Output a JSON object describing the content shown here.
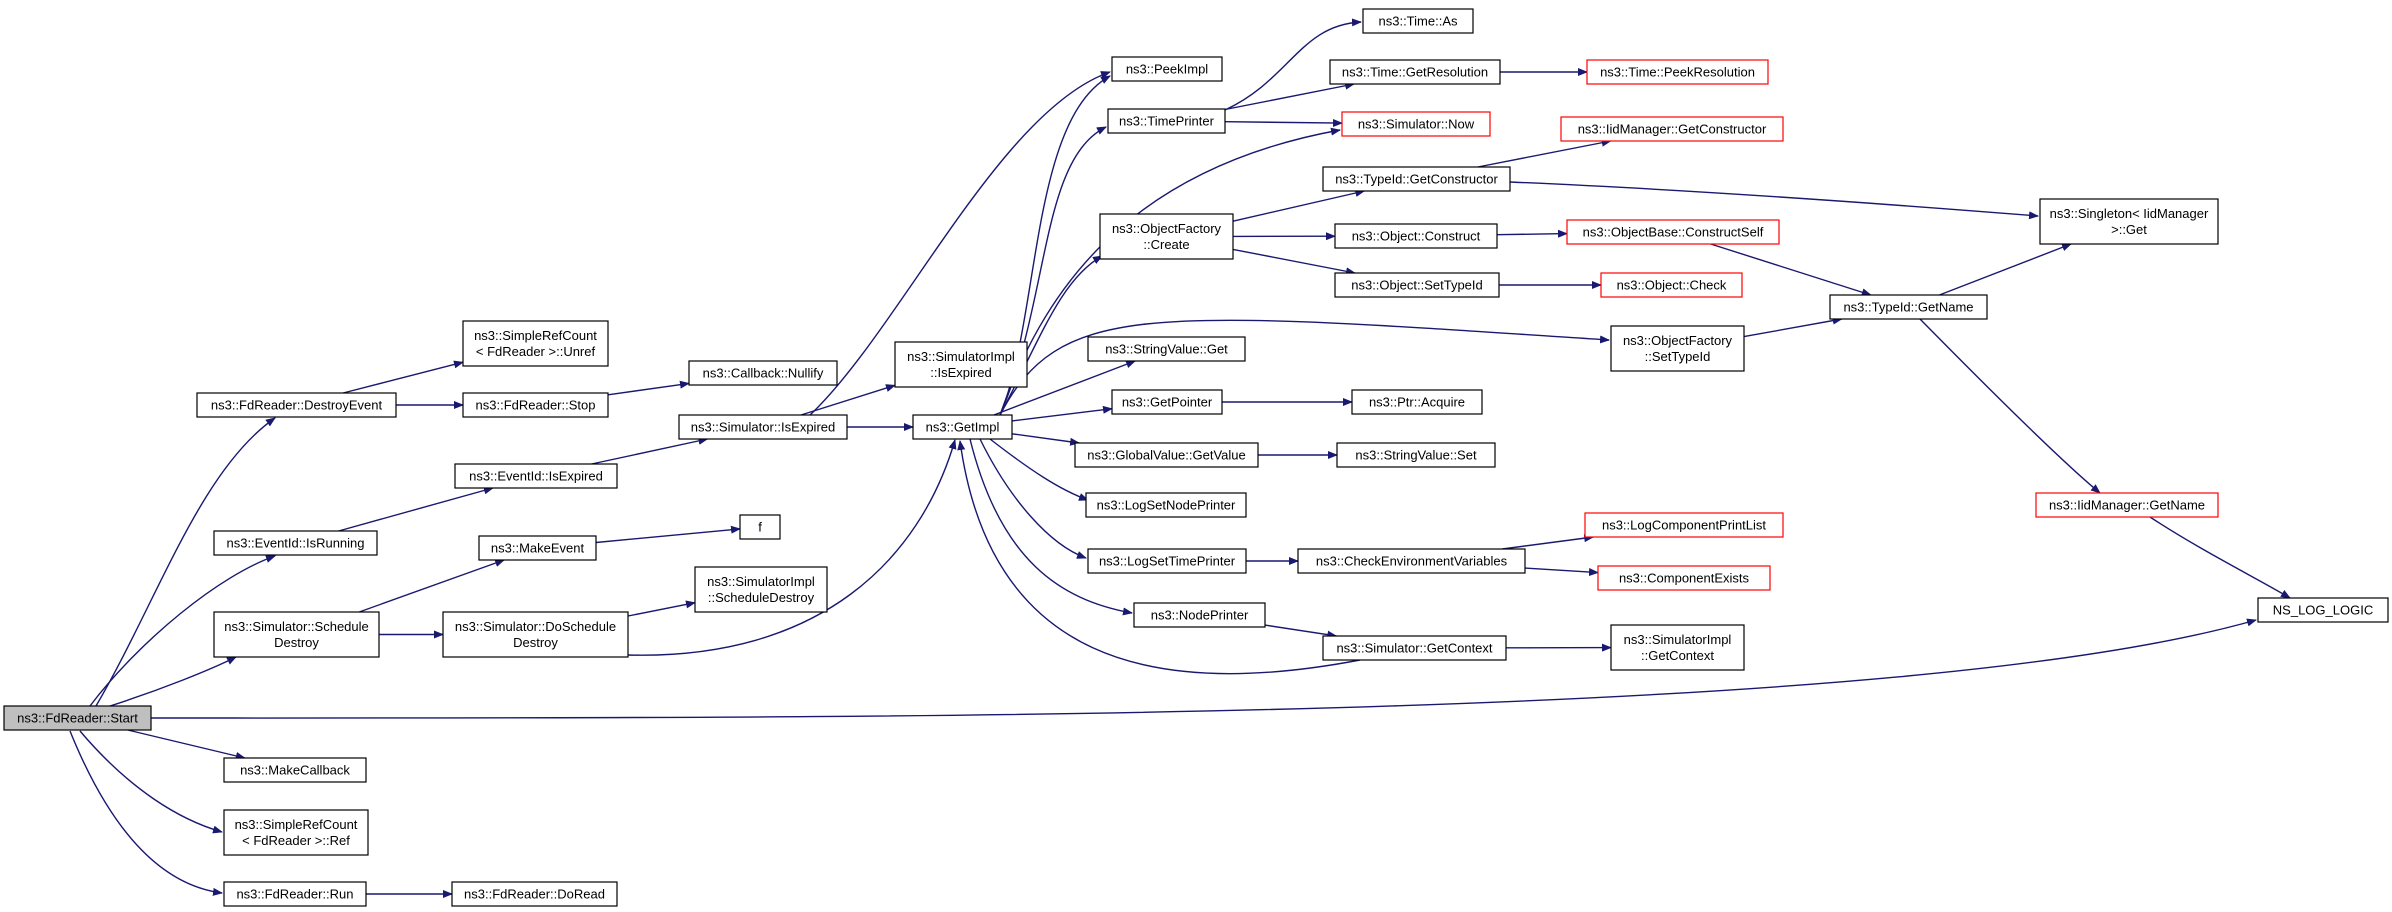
{
  "colors": {
    "edge": "#191970",
    "normal_border": "#000000",
    "truncated_border": "#ff0000",
    "root_fill": "#bfbfbf",
    "node_fill": "#ffffff"
  },
  "nodes": [
    {
      "id": "start",
      "lines": [
        "ns3::FdReader::Start"
      ],
      "style": "root"
    },
    {
      "id": "destroyevent",
      "lines": [
        "ns3::FdReader::DestroyEvent"
      ],
      "style": "normal"
    },
    {
      "id": "isrunning",
      "lines": [
        "ns3::EventId::IsRunning"
      ],
      "style": "normal"
    },
    {
      "id": "scheddestroy",
      "lines": [
        "ns3::Simulator::Schedule",
        "Destroy"
      ],
      "style": "normal"
    },
    {
      "id": "makecallback",
      "lines": [
        "ns3::MakeCallback"
      ],
      "style": "normal"
    },
    {
      "id": "ref",
      "lines": [
        "ns3::SimpleRefCount",
        "< FdReader >::Ref"
      ],
      "style": "normal"
    },
    {
      "id": "run",
      "lines": [
        "ns3::FdReader::Run"
      ],
      "style": "normal"
    },
    {
      "id": "unref",
      "lines": [
        "ns3::SimpleRefCount",
        "< FdReader >::Unref"
      ],
      "style": "normal"
    },
    {
      "id": "stop",
      "lines": [
        "ns3::FdReader::Stop"
      ],
      "style": "normal"
    },
    {
      "id": "eventisexpired",
      "lines": [
        "ns3::EventId::IsExpired"
      ],
      "style": "normal"
    },
    {
      "id": "makeevent",
      "lines": [
        "ns3::MakeEvent"
      ],
      "style": "normal"
    },
    {
      "id": "doscheddestroy",
      "lines": [
        "ns3::Simulator::DoSchedule",
        "Destroy"
      ],
      "style": "normal"
    },
    {
      "id": "doread",
      "lines": [
        "ns3::FdReader::DoRead"
      ],
      "style": "normal"
    },
    {
      "id": "nullify",
      "lines": [
        "ns3::Callback::Nullify"
      ],
      "style": "normal"
    },
    {
      "id": "simisexpired",
      "lines": [
        "ns3::Simulator::IsExpired"
      ],
      "style": "normal"
    },
    {
      "id": "f",
      "lines": [
        "f"
      ],
      "style": "normal"
    },
    {
      "id": "implscheddestroy",
      "lines": [
        "ns3::SimulatorImpl",
        "::ScheduleDestroy"
      ],
      "style": "normal"
    },
    {
      "id": "implisexpired",
      "lines": [
        "ns3::SimulatorImpl",
        "::IsExpired"
      ],
      "style": "normal"
    },
    {
      "id": "getimpl",
      "lines": [
        "ns3::GetImpl"
      ],
      "style": "normal"
    },
    {
      "id": "peekimpl",
      "lines": [
        "ns3::PeekImpl"
      ],
      "style": "normal"
    },
    {
      "id": "timeprinter",
      "lines": [
        "ns3::TimePrinter"
      ],
      "style": "normal"
    },
    {
      "id": "ofcreate",
      "lines": [
        "ns3::ObjectFactory",
        "::Create"
      ],
      "style": "normal"
    },
    {
      "id": "strvalget",
      "lines": [
        "ns3::StringValue::Get"
      ],
      "style": "normal"
    },
    {
      "id": "getpointer",
      "lines": [
        "ns3::GetPointer"
      ],
      "style": "normal"
    },
    {
      "id": "globalvalget",
      "lines": [
        "ns3::GlobalValue::GetValue"
      ],
      "style": "normal"
    },
    {
      "id": "logsetnodeprinter",
      "lines": [
        "ns3::LogSetNodePrinter"
      ],
      "style": "normal"
    },
    {
      "id": "logsettimeprinter",
      "lines": [
        "ns3::LogSetTimePrinter"
      ],
      "style": "normal"
    },
    {
      "id": "nodeprinter",
      "lines": [
        "ns3::NodePrinter"
      ],
      "style": "normal"
    },
    {
      "id": "timeas",
      "lines": [
        "ns3::Time::As"
      ],
      "style": "normal"
    },
    {
      "id": "timegetres",
      "lines": [
        "ns3::Time::GetResolution"
      ],
      "style": "normal"
    },
    {
      "id": "simnow",
      "lines": [
        "ns3::Simulator::Now"
      ],
      "style": "truncated"
    },
    {
      "id": "typeidgetctor",
      "lines": [
        "ns3::TypeId::GetConstructor"
      ],
      "style": "normal"
    },
    {
      "id": "objconstruct",
      "lines": [
        "ns3::Object::Construct"
      ],
      "style": "normal"
    },
    {
      "id": "objsettypeid",
      "lines": [
        "ns3::Object::SetTypeId"
      ],
      "style": "normal"
    },
    {
      "id": "ofsettypeid",
      "lines": [
        "ns3::ObjectFactory",
        "::SetTypeId"
      ],
      "style": "normal"
    },
    {
      "id": "ptracquire",
      "lines": [
        "ns3::Ptr::Acquire"
      ],
      "style": "normal"
    },
    {
      "id": "strvalset",
      "lines": [
        "ns3::StringValue::Set"
      ],
      "style": "normal"
    },
    {
      "id": "checkenv",
      "lines": [
        "ns3::CheckEnvironmentVariables"
      ],
      "style": "normal"
    },
    {
      "id": "simgetctx",
      "lines": [
        "ns3::Simulator::GetContext"
      ],
      "style": "normal"
    },
    {
      "id": "timepeekres",
      "lines": [
        "ns3::Time::PeekResolution"
      ],
      "style": "truncated"
    },
    {
      "id": "iidgetctor",
      "lines": [
        "ns3::IidManager::GetConstructor"
      ],
      "style": "truncated"
    },
    {
      "id": "objbaseconstruct",
      "lines": [
        "ns3::ObjectBase::ConstructSelf"
      ],
      "style": "truncated"
    },
    {
      "id": "objcheck",
      "lines": [
        "ns3::Object::Check"
      ],
      "style": "truncated"
    },
    {
      "id": "typeidgetname",
      "lines": [
        "ns3::TypeId::GetName"
      ],
      "style": "normal"
    },
    {
      "id": "logcompprint",
      "lines": [
        "ns3::LogComponentPrintList"
      ],
      "style": "truncated"
    },
    {
      "id": "compexists",
      "lines": [
        "ns3::ComponentExists"
      ],
      "style": "truncated"
    },
    {
      "id": "implgetctx",
      "lines": [
        "ns3::SimulatorImpl",
        "::GetContext"
      ],
      "style": "normal"
    },
    {
      "id": "singletonget",
      "lines": [
        "ns3::Singleton< IidManager",
        " >::Get"
      ],
      "style": "normal"
    },
    {
      "id": "iidgetname",
      "lines": [
        "ns3::IidManager::GetName"
      ],
      "style": "truncated"
    },
    {
      "id": "nslog",
      "lines": [
        "NS_LOG_LOGIC"
      ],
      "style": "normal"
    }
  ],
  "edges": [
    [
      "start",
      "destroyevent"
    ],
    [
      "start",
      "isrunning"
    ],
    [
      "start",
      "scheddestroy"
    ],
    [
      "start",
      "makecallback"
    ],
    [
      "start",
      "ref"
    ],
    [
      "start",
      "run"
    ],
    [
      "start",
      "nslog"
    ],
    [
      "destroyevent",
      "unref"
    ],
    [
      "destroyevent",
      "stop"
    ],
    [
      "stop",
      "nullify"
    ],
    [
      "isrunning",
      "eventisexpired"
    ],
    [
      "eventisexpired",
      "simisexpired"
    ],
    [
      "simisexpired",
      "implisexpired"
    ],
    [
      "simisexpired",
      "getimpl"
    ],
    [
      "simisexpired",
      "peekimpl"
    ],
    [
      "scheddestroy",
      "makeevent"
    ],
    [
      "scheddestroy",
      "doscheddestroy"
    ],
    [
      "makeevent",
      "f"
    ],
    [
      "doscheddestroy",
      "implscheddestroy"
    ],
    [
      "doscheddestroy",
      "getimpl"
    ],
    [
      "run",
      "doread"
    ],
    [
      "getimpl",
      "peekimpl"
    ],
    [
      "getimpl",
      "timeprinter"
    ],
    [
      "getimpl",
      "ofcreate"
    ],
    [
      "getimpl",
      "strvalget"
    ],
    [
      "getimpl",
      "getpointer"
    ],
    [
      "getimpl",
      "globalvalget"
    ],
    [
      "getimpl",
      "logsetnodeprinter"
    ],
    [
      "getimpl",
      "logsettimeprinter"
    ],
    [
      "getimpl",
      "nodeprinter"
    ],
    [
      "getimpl",
      "simnow"
    ],
    [
      "getimpl",
      "ofsettypeid"
    ],
    [
      "timeprinter",
      "timeas"
    ],
    [
      "timeprinter",
      "timegetres"
    ],
    [
      "timeprinter",
      "simnow"
    ],
    [
      "timegetres",
      "timepeekres"
    ],
    [
      "ofcreate",
      "typeidgetctor"
    ],
    [
      "ofcreate",
      "objconstruct"
    ],
    [
      "ofcreate",
      "objsettypeid"
    ],
    [
      "typeidgetctor",
      "iidgetctor"
    ],
    [
      "typeidgetctor",
      "singletonget"
    ],
    [
      "objconstruct",
      "objbaseconstruct"
    ],
    [
      "objsettypeid",
      "objcheck"
    ],
    [
      "objbaseconstruct",
      "typeidgetname"
    ],
    [
      "ofsettypeid",
      "typeidgetname"
    ],
    [
      "typeidgetname",
      "singletonget"
    ],
    [
      "typeidgetname",
      "iidgetname"
    ],
    [
      "iidgetname",
      "nslog"
    ],
    [
      "getpointer",
      "ptracquire"
    ],
    [
      "globalvalget",
      "strvalset"
    ],
    [
      "logsettimeprinter",
      "checkenv"
    ],
    [
      "checkenv",
      "logcompprint"
    ],
    [
      "checkenv",
      "compexists"
    ],
    [
      "nodeprinter",
      "simgetctx"
    ],
    [
      "simgetctx",
      "implgetctx"
    ],
    [
      "simgetctx",
      "getimpl"
    ]
  ]
}
